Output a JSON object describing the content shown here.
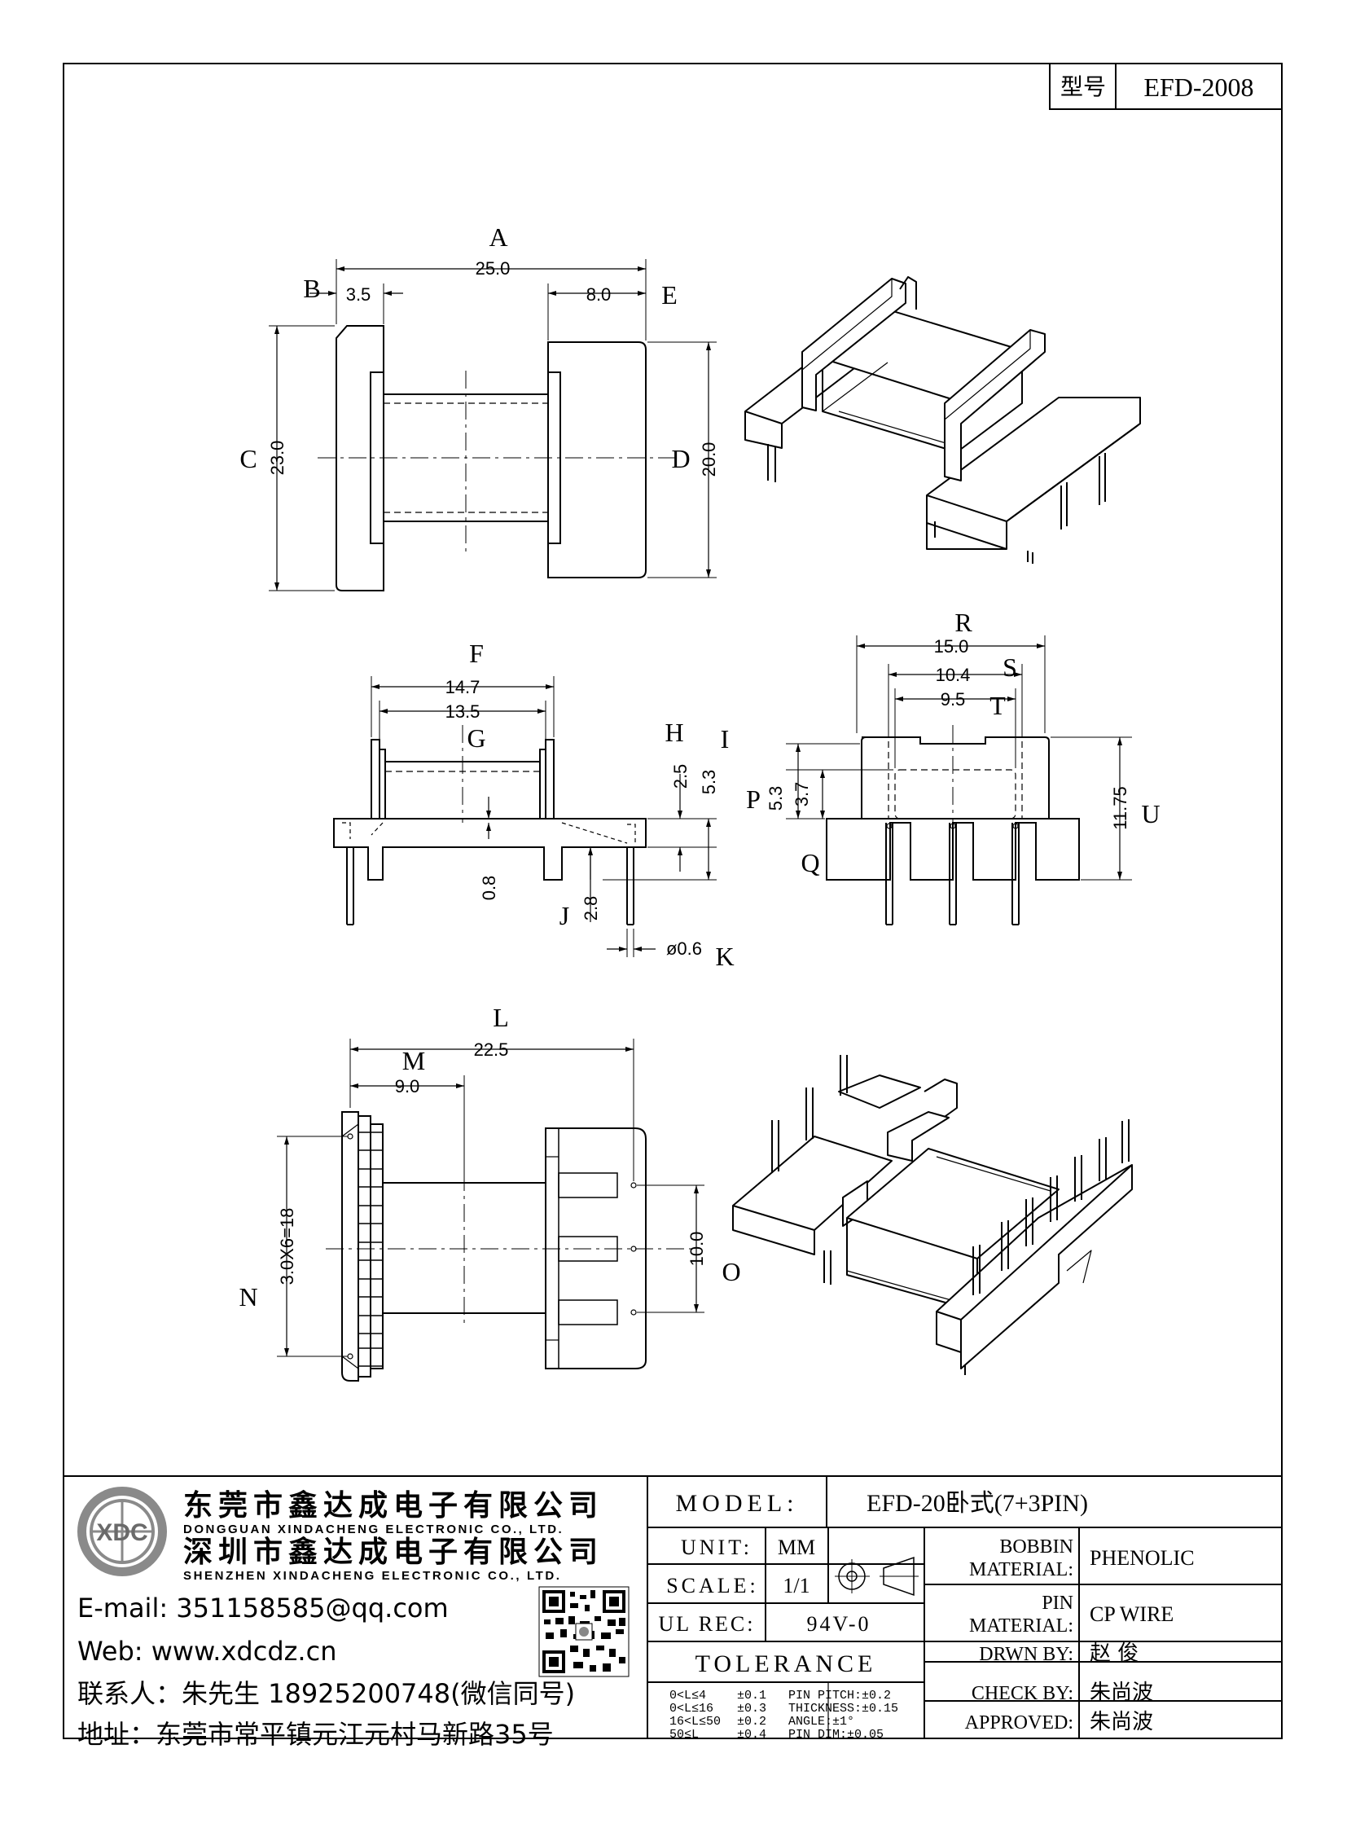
{
  "header": {
    "model_label": "型号",
    "model_value": "EFD-2008"
  },
  "top_view": {
    "letters": {
      "A": "A",
      "B": "B",
      "C": "C",
      "D": "D",
      "E": "E"
    },
    "dims": {
      "A": "25.0",
      "B": "3.5",
      "E": "8.0",
      "C": "23.0",
      "D": "20.0"
    }
  },
  "front_view": {
    "letters": {
      "F": "F",
      "G": "G",
      "H": "H",
      "I": "I",
      "J": "J",
      "K": "K"
    },
    "dims": {
      "F": "14.7",
      "G": "13.5",
      "H": "2.5",
      "I": "5.3",
      "small": "0.8",
      "J": "2.8",
      "K": "ø0.6"
    }
  },
  "side_view": {
    "letters": {
      "R": "R",
      "S": "S",
      "T": "T",
      "P": "P",
      "Q": "Q",
      "U": "U"
    },
    "dims": {
      "R": "15.0",
      "S": "10.4",
      "T": "9.5",
      "P": "5.3",
      "Q": "3.7",
      "U": "11.75"
    }
  },
  "bottom_view": {
    "letters": {
      "L": "L",
      "M": "M",
      "N": "N",
      "O": "O"
    },
    "dims": {
      "L": "22.5",
      "M": "9.0",
      "N": "3.0X6=18",
      "O": "10.0"
    }
  },
  "company": {
    "name_dg": "东莞市鑫达成电子有限公司",
    "name_dg_en": "DONGGUAN XINDACHENG ELECTRONIC CO., LTD.",
    "name_sz": "深圳市鑫达成电子有限公司",
    "name_sz_en": "SHENZHEN XINDACHENG ELECTRONIC CO., LTD.",
    "logo_text": "XDC",
    "email": "E-mail:  351158585@qq.com",
    "web": "Web:  www.xdcdz.cn",
    "contact": "联系人：朱先生 18925200748(微信同号)",
    "address": "地址：东莞市常平镇元江元村马新路35号"
  },
  "title_block": {
    "model_label": "MODEL:",
    "model_value": "EFD-20卧式(7+3PIN)",
    "unit_label": "UNIT:",
    "unit_value": "MM",
    "scale_label": "SCALE:",
    "scale_value": "1/1",
    "ul_label": "UL REC:",
    "ul_value": "94V-0",
    "tolerance_label": "TOLERANCE",
    "tol_rows": [
      {
        "range": "0<L≤4",
        "val": "±0.1",
        "spec": "PIN PITCH:±0.2"
      },
      {
        "range": "0<L≤16",
        "val": "±0.3",
        "spec": "THICKNESS:±0.15"
      },
      {
        "range": "16<L≤50",
        "val": "±0.2",
        "spec": "ANGLE:±1°"
      },
      {
        "range": "50≤L",
        "val": "±0.4",
        "spec": "PIN DIM:±0.05"
      }
    ],
    "bobbin_label_1": "BOBBIN",
    "bobbin_label_2": "MATERIAL:",
    "bobbin_value": "PHENOLIC",
    "pin_label_1": "PIN",
    "pin_label_2": "MATERIAL:",
    "pin_value": "CP WIRE",
    "drawn_label": "DRWN BY:",
    "drawn_value": "赵  俊",
    "check_label": "CHECK BY:",
    "check_value": "朱尚波",
    "approved_label": "APPROVED:",
    "approved_value": "朱尚波"
  }
}
